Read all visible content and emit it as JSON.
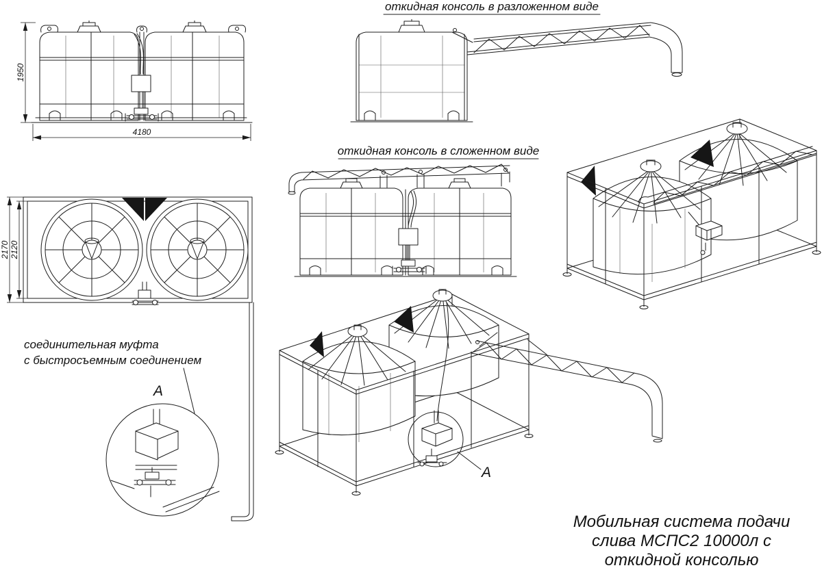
{
  "annotations": {
    "console_unfolded": "откидная консоль в разложенном виде",
    "console_folded": "откидная консоль в сложенном виде",
    "coupling_line1": "соединительная муфта",
    "coupling_line2": "с быстросъемным соединением",
    "detail_view_label": "А",
    "detail_ref_label": "А"
  },
  "dimensions": {
    "overall_height": "1950",
    "overall_length": "4180",
    "overall_width": "2170",
    "inner_width": "2120"
  },
  "title_block": {
    "line1": "Мобильная система подачи",
    "line2": "слива МСПС2 10000л с",
    "line3": "откидной консолью"
  },
  "colors": {
    "line": "#1c1c1c",
    "fill_dark": "#161616",
    "background": "#ffffff"
  }
}
